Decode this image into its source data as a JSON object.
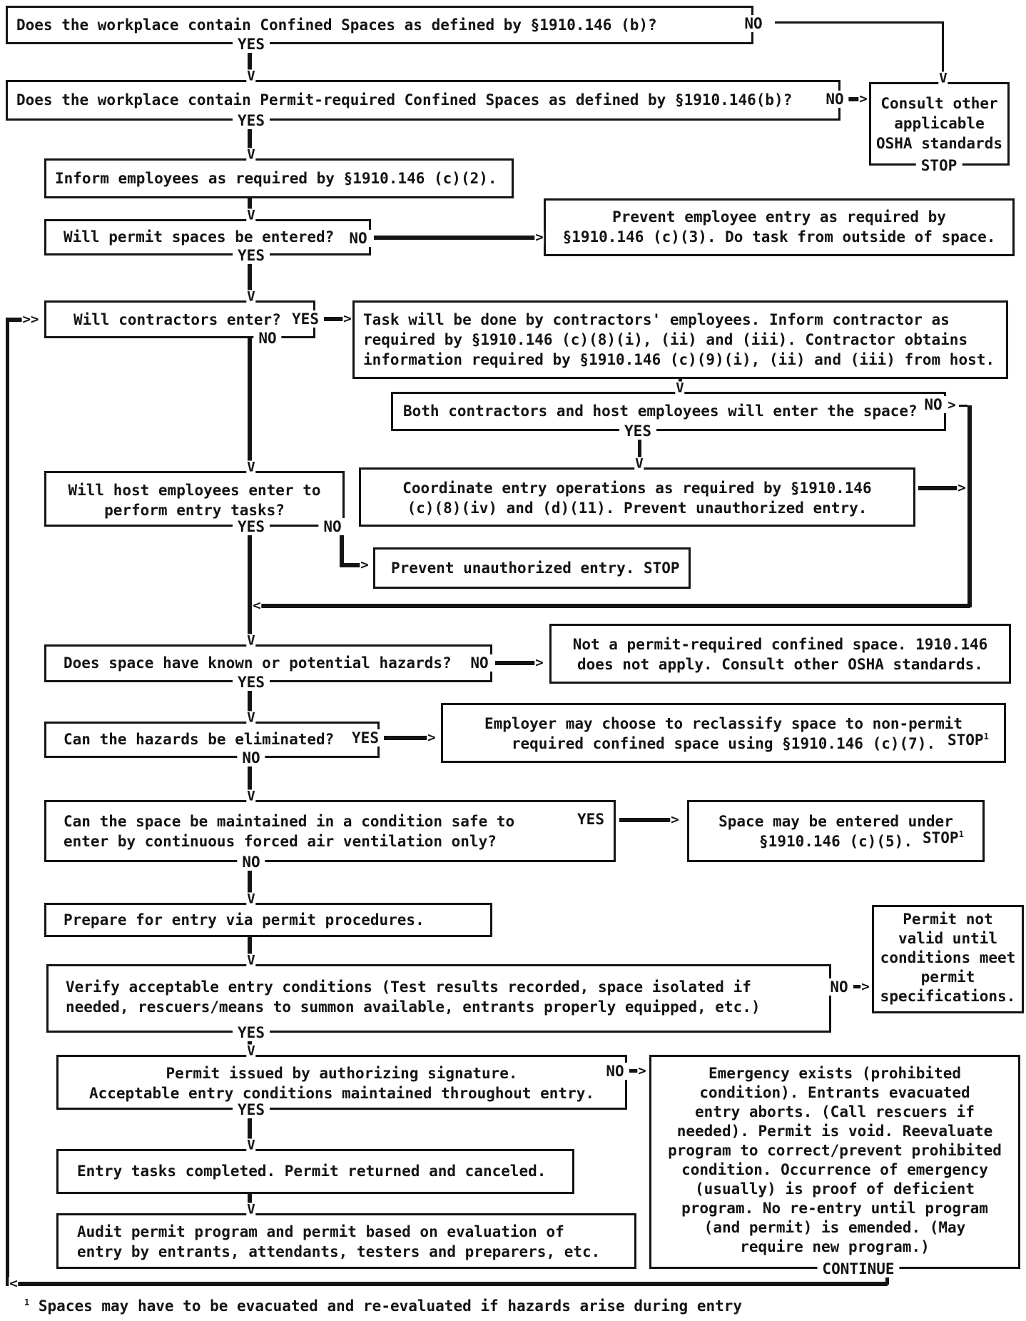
{
  "icons": {
    "arrow_down": "V",
    "arrow_right": ">",
    "arrow_left": "<",
    "arrow_double_right": ">>"
  },
  "labels": {
    "yes": "YES",
    "no": "NO",
    "stop": "STOP",
    "continue": "CONTINUE",
    "sup1": "1"
  },
  "colors": {
    "ink": "#141414",
    "paper": "#ffffff"
  },
  "boxes": {
    "confined": {
      "lines": [
        "Does the workplace contain Confined Spaces as defined by §1910.146 (b)?"
      ]
    },
    "permit": {
      "lines": [
        "Does the workplace contain Permit-required Confined Spaces as defined by §1910.146(b)?"
      ]
    },
    "consult": {
      "lines": [
        "Consult other",
        "applicable",
        "OSHA standards"
      ]
    },
    "inform": {
      "lines": [
        "Inform employees as required by §1910.146 (c)(2)."
      ]
    },
    "will_enter": {
      "lines": [
        "Will permit spaces be entered?"
      ]
    },
    "prevent_entry": {
      "lines": [
        "Prevent employee entry as required by",
        "§1910.146 (c)(3). Do task from outside of space."
      ]
    },
    "contractors": {
      "lines": [
        "Will contractors enter?"
      ]
    },
    "task": {
      "lines": [
        "Task will be done by contractors' employees. Inform contractor as",
        "required by §1910.146 (c)(8)(i), (ii) and (iii). Contractor obtains",
        "information required by §1910.146 (c)(9)(i), (ii) and (iii) from host."
      ]
    },
    "both": {
      "lines": [
        "Both contractors and host employees will enter the space?"
      ]
    },
    "coordinate": {
      "lines": [
        "Coordinate entry operations as required by §1910.146",
        "(c)(8)(iv) and (d)(11). Prevent unauthorized entry."
      ]
    },
    "host": {
      "lines": [
        "Will host employees enter to",
        "perform entry tasks?"
      ]
    },
    "prevent_unauth": {
      "lines": [
        "Prevent unauthorized entry. STOP"
      ]
    },
    "hazards": {
      "lines": [
        "Does space have known or potential hazards?"
      ]
    },
    "not_permit": {
      "lines": [
        "Not a permit-required confined space. 1910.146",
        "does not apply. Consult other OSHA standards."
      ]
    },
    "eliminate": {
      "lines": [
        "Can the hazards be eliminated?"
      ]
    },
    "reclassify": {
      "lines": [
        "Employer may choose to reclassify space to non-permit",
        "required confined space using §1910.146 (c)(7)."
      ]
    },
    "ventilation": {
      "lines": [
        "Can the space be maintained in a condition safe to",
        "enter by continuous forced air ventilation only?"
      ]
    },
    "entered_under": {
      "lines": [
        "Space may be entered under",
        "§1910.146 (c)(5)."
      ]
    },
    "prepare": {
      "lines": [
        "Prepare for entry via permit procedures."
      ]
    },
    "permit_not_valid": {
      "lines": [
        "Permit not",
        "valid until",
        "conditions meet",
        "permit",
        "specifications."
      ]
    },
    "verify": {
      "lines": [
        "Verify acceptable entry conditions (Test results recorded, space isolated if",
        "needed, rescuers/means to summon available, entrants properly equipped, etc.)"
      ]
    },
    "permit_issued": {
      "lines": [
        "Permit issued by authorizing signature.",
        "Acceptable entry conditions maintained throughout entry."
      ]
    },
    "emergency": {
      "lines": [
        "Emergency exists (prohibited",
        "condition). Entrants evacuated",
        "entry aborts. (Call rescuers if",
        "needed). Permit is void. Reevaluate",
        "program to correct/prevent prohibited",
        "condition. Occurrence of emergency",
        "(usually) is proof of deficient",
        "program. No re-entry until program",
        "(and permit) is emended. (May",
        "require new program.)"
      ]
    },
    "entry_tasks": {
      "lines": [
        "Entry tasks completed. Permit returned and canceled."
      ]
    },
    "audit": {
      "lines": [
        "Audit permit program and permit based on evaluation of",
        "entry by entrants, attendants, testers and preparers, etc."
      ]
    }
  },
  "footnote": {
    "sup": "1",
    "text": "Spaces may have to be evacuated and re-evaluated if hazards arise during entry"
  }
}
